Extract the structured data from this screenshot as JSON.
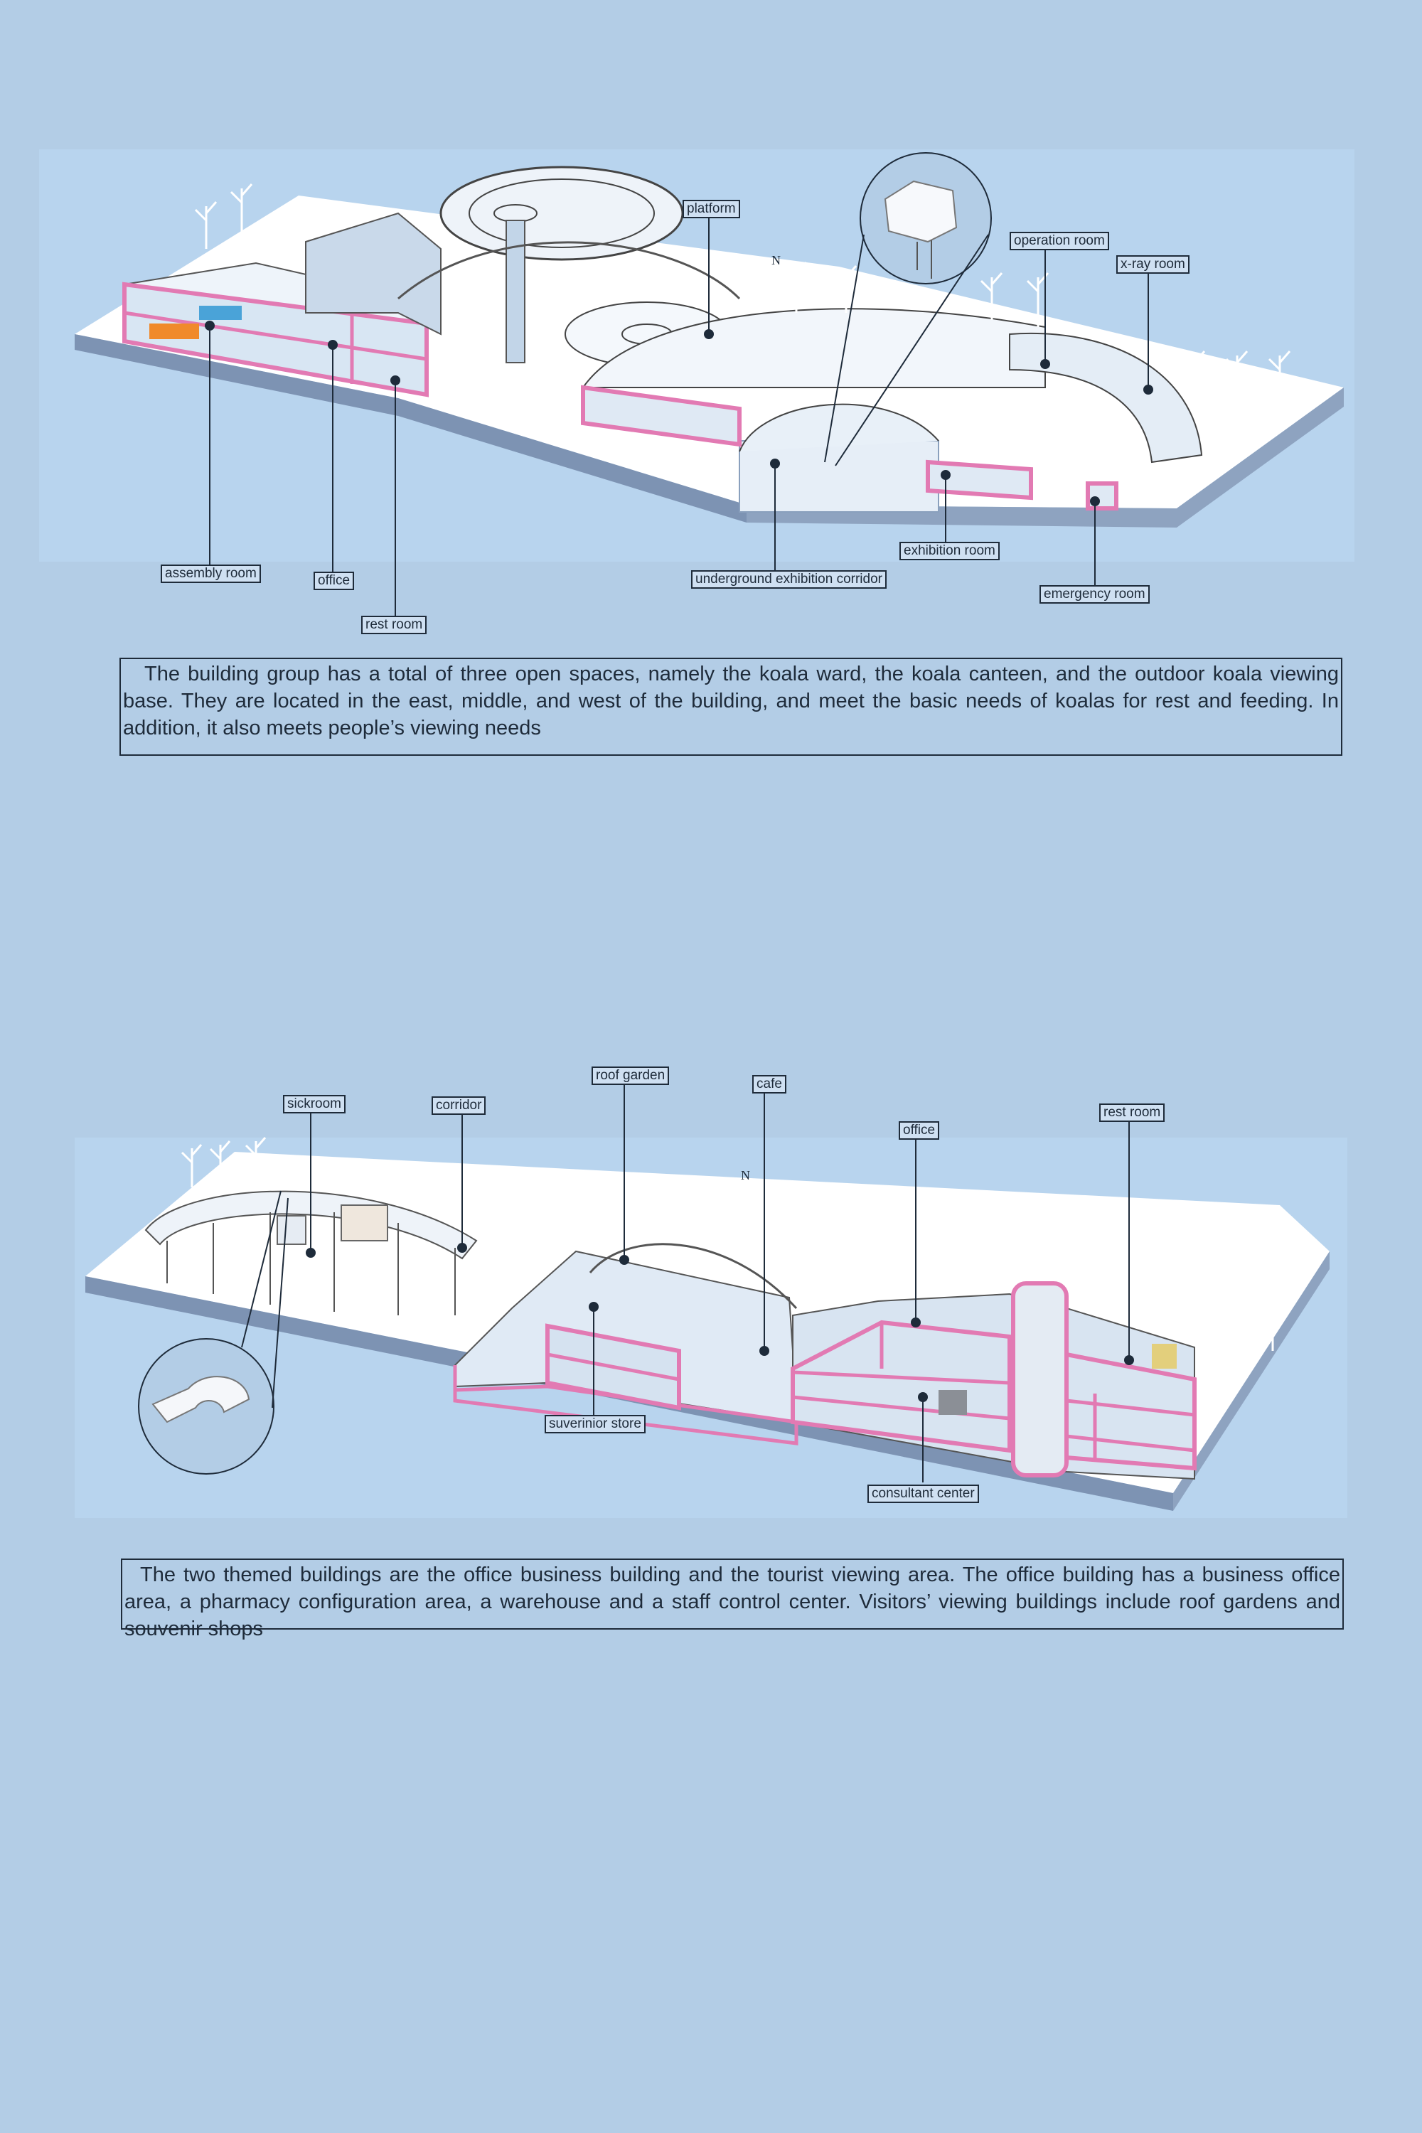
{
  "diagram_top": {
    "labels": {
      "platform": "platform",
      "operation_room": "operation room",
      "xray_room": "x-ray room",
      "assembly_room": "assembly room",
      "office": "office",
      "rest_room": "rest room",
      "underground_corridor": "underground exhibition corridor",
      "exhibition_room": "exhibition room",
      "emergency_room": "emergency  room"
    },
    "north": "N",
    "description": "The building group has a total of three open spaces, namely the koala ward, the koala canteen, and the outdoor koala viewing base. They are located in the east, middle, and west of the building, and meet the basic needs of koalas for rest and feeding. In addition, it also meets people’s viewing needs"
  },
  "diagram_bottom": {
    "labels": {
      "sickroom": "sickroom",
      "corridor": "corridor",
      "roof_garden": "roof garden",
      "cafe": "cafe",
      "office": "office",
      "rest_room": "rest room",
      "souvenir_store": "suverinior store",
      "consultant_center": "consultant center"
    },
    "north": "N",
    "description": "The two themed buildings are the office business building and the tourist viewing area. The office building has a business office area, a pharmacy configuration area, a warehouse and a staff control center. Visitors’ viewing buildings include roof gardens and souvenir shops"
  },
  "colors": {
    "background": "#b3cde6",
    "section_outline": "#e27ab3",
    "ground": "#ffffff",
    "ground_side": "#7d93b3",
    "leader_line": "#1e2b3a"
  }
}
